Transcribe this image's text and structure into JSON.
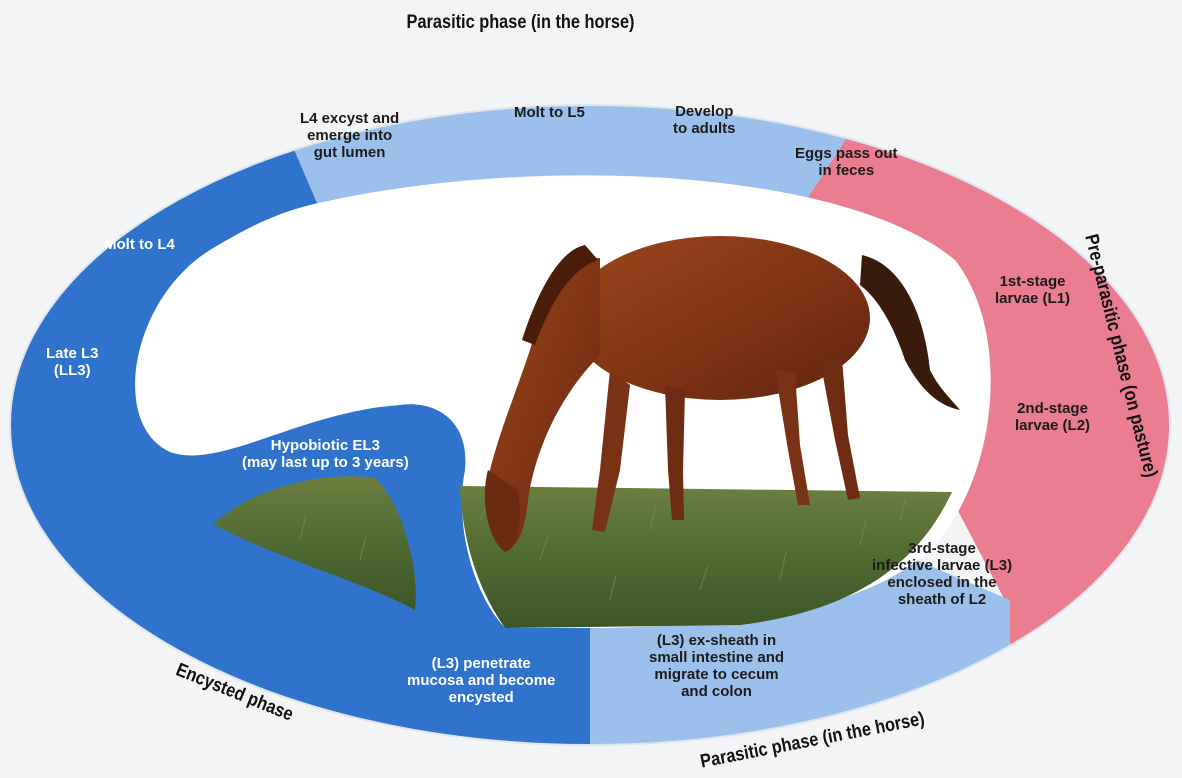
{
  "phases": {
    "top": "Parasitic phase (in the horse)",
    "right": "Pre-parasitic phase (on pasture)",
    "bottom_right": "Parasitic phase (in the horse)",
    "bottom_left": "Encysted phase"
  },
  "stages": {
    "l4_excyst": [
      "L4 excyst and",
      "emerge into",
      "gut lumen"
    ],
    "molt_l5": "Molt to L5",
    "develop": [
      "Develop",
      "to adults"
    ],
    "eggs": [
      "Eggs pass out",
      "in feces"
    ],
    "first_stage": [
      "1st-stage",
      "larvae (L1)"
    ],
    "second_stage": [
      "2nd-stage",
      "larvae (L2)"
    ],
    "third_stage": [
      "3rd-stage",
      "infective larvae (L3)",
      "enclosed in the",
      "sheath of L2"
    ],
    "exsheath": [
      "(L3) ex-sheath in",
      "small intestine and",
      "migrate to cecum",
      "and colon"
    ],
    "penetrate": [
      "(L3) penetrate",
      "mucosa and become",
      "encysted"
    ],
    "hypobiotic": [
      "Hypobiotic EL3",
      "(may last up to 3 years)"
    ],
    "late_l3": [
      "Late L3",
      "(LL3)"
    ],
    "molt_l4": "Molt to L4"
  },
  "colors": {
    "parasitic_light_blue": "#9cc0ec",
    "encysted_dark_blue": "#2f73cd",
    "pre_parasitic_pink": "#eb7d91",
    "pasture_grass": "#4f6a32",
    "horse": "#8a3a17",
    "background": "#f3f4f6"
  },
  "icons": [
    "grazing-horse-illustration",
    "pasture-grass"
  ]
}
